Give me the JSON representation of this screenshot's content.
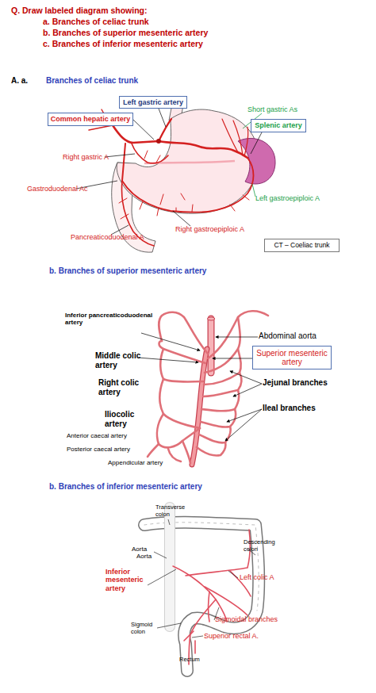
{
  "diagram": {
    "title": "Q. Draw labeled diagram showing:",
    "nodes": [
      {
        "text": [
          "Left gastric artery"
        ]
      },
      {
        "text": [
          "Common hepatic artery"
        ]
      },
      {
        "text": [
          "Splenic artery"
        ]
      },
      {
        "text": [
          "CT – Coeliac trunk"
        ]
      },
      {
        "text": [
          "Superior mesenteric artery"
        ]
      }
    ],
    "labels": [
      "a. Branches of celiac trunk",
      "b. Branches of superior mesenteric artery",
      "c. Branches of inferior mesenteric artery",
      "A. a.",
      "Branches of celiac trunk",
      "Short gastric As",
      "Right gastric A",
      "Gastroduodenal Ac",
      "Left gastroepiploic A",
      "Right gastroepiploic A",
      "Pancreaticoduodenal A",
      "b. Branches of superior mesenteric artery",
      "Inferior pancreaticoduodenal artery",
      "Abdominal aorta",
      "Middle colic artery",
      "Right colic artery",
      "Jejunal branches",
      "Ileal branches",
      "Iliocolic artery",
      "Anterior caecal artery",
      "Posterior caecal artery",
      "Appendicular artery",
      "b. Branches of inferior mesenteric artery",
      "Transverse colon",
      "Descending colon",
      "Aorta",
      "Aorta",
      "Inferior mesenteric artery",
      "Left colic A",
      "Sigmoidal branches",
      "Sigmoid colon",
      "Superior rectal A.",
      "Rectum"
    ]
  }
}
